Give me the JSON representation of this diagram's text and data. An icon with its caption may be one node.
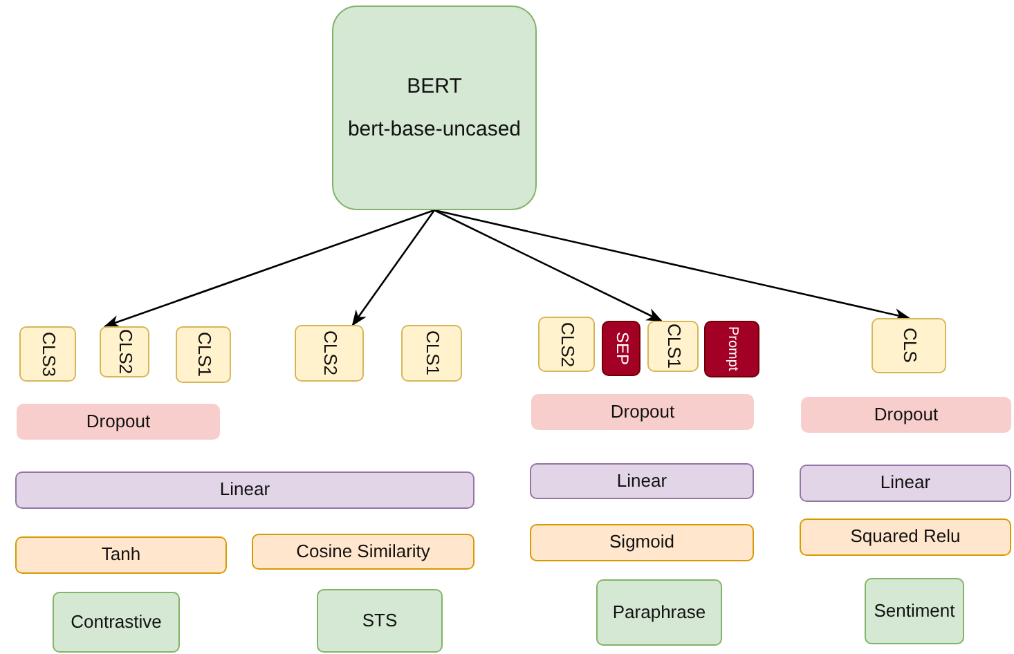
{
  "diagram": {
    "nodes": [
      {
        "text": [
          "BERT",
          "bert-base-uncased"
        ]
      },
      {
        "text": [
          "CLS3"
        ]
      },
      {
        "text": [
          "CLS2"
        ]
      },
      {
        "text": [
          "CLS1"
        ]
      },
      {
        "text": [
          "CLS2"
        ]
      },
      {
        "text": [
          "CLS1"
        ]
      },
      {
        "text": [
          "CLS2"
        ]
      },
      {
        "text": [
          "SEP"
        ]
      },
      {
        "text": [
          "CLS1"
        ]
      },
      {
        "text": [
          "Prompt"
        ]
      },
      {
        "text": [
          "CLS"
        ]
      },
      {
        "text": [
          "Dropout"
        ]
      },
      {
        "text": [
          "Dropout"
        ]
      },
      {
        "text": [
          "Dropout"
        ]
      },
      {
        "text": [
          "Linear"
        ]
      },
      {
        "text": [
          "Linear"
        ]
      },
      {
        "text": [
          "Linear"
        ]
      },
      {
        "text": [
          "Tanh"
        ]
      },
      {
        "text": [
          "Cosine Similarity"
        ]
      },
      {
        "text": [
          "Sigmoid"
        ]
      },
      {
        "text": [
          "Squared Relu"
        ]
      },
      {
        "text": [
          "Contrastive"
        ]
      },
      {
        "text": [
          "STS"
        ]
      },
      {
        "text": [
          "Paraphrase"
        ]
      },
      {
        "text": [
          "Sentiment"
        ]
      }
    ],
    "edges": [
      {
        "from": 0,
        "to": 2,
        "arrow": "to"
      },
      {
        "from": 0,
        "to": 4,
        "arrow": "to"
      },
      {
        "from": 0,
        "to": 8,
        "arrow": "to"
      },
      {
        "from": 0,
        "to": 10,
        "arrow": "to"
      }
    ]
  }
}
